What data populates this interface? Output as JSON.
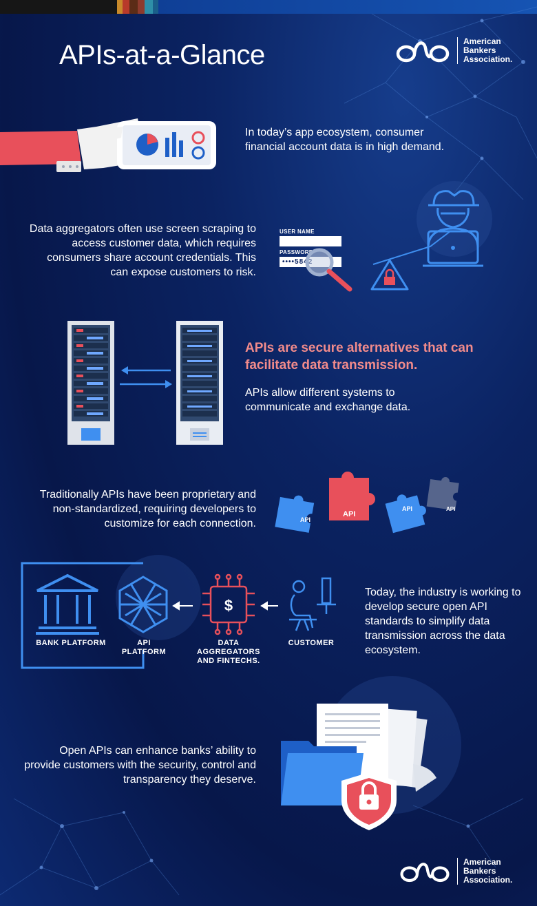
{
  "colors": {
    "background": "#0b2362",
    "accent_red": "#e8505b",
    "accent_blue": "#3f8ff0",
    "headline": "#f28b8b",
    "top_bar": [
      "#1a1a1a",
      "#b5812b",
      "#c0392b",
      "#6a3a1a",
      "#2e8fa8",
      "#0f3d8c"
    ]
  },
  "header": {
    "title": "APIs-at-a-Glance",
    "logo": {
      "line1": "American",
      "line2": "Bankers",
      "line3": "Association."
    }
  },
  "sections": {
    "demand": {
      "text": "In today’s app ecosystem, consumer financial account data is in high demand.",
      "icon": "hand-holding-phone-icon"
    },
    "scraping": {
      "text": "Data aggregators often use screen scraping to access customer data, which requires consumers share account credentials. This can expose customers to risk.",
      "form": {
        "username_label": "USER NAME",
        "password_label": "PASSWORD",
        "password_value": "••••5842"
      },
      "icons": [
        "magnifier-icon",
        "warning-lock-icon",
        "hacker-icon"
      ]
    },
    "secure": {
      "headline": "APIs are secure alternatives that can facilitate data transmission.",
      "text": "APIs allow different systems to communicate and exchange data.",
      "icons": [
        "server-rack-icon",
        "arrows-exchange-icon"
      ]
    },
    "proprietary": {
      "text": "Traditionally APIs have been proprietary and non-standardized, requiring developers to customize for each connection.",
      "puzzle_labels": [
        "API",
        "API",
        "API",
        "API"
      ]
    },
    "flow": {
      "labels": {
        "bank": "BANK PLATFORM",
        "api": "API PLATFORM",
        "aggregators": "DATA AGGREGATORS AND FINTECHS.",
        "customer": "CUSTOMER"
      },
      "text": "Today, the industry is working to develop secure open API standards to simplify data transmission across the data ecosystem."
    },
    "open": {
      "text": "Open APIs can enhance banks’ ability to provide customers with the security, control and transparency they deserve.",
      "icons": [
        "folder-icon",
        "documents-icon",
        "shield-lock-icon"
      ]
    }
  },
  "footer": {
    "logo": {
      "line1": "American",
      "line2": "Bankers",
      "line3": "Association."
    }
  }
}
